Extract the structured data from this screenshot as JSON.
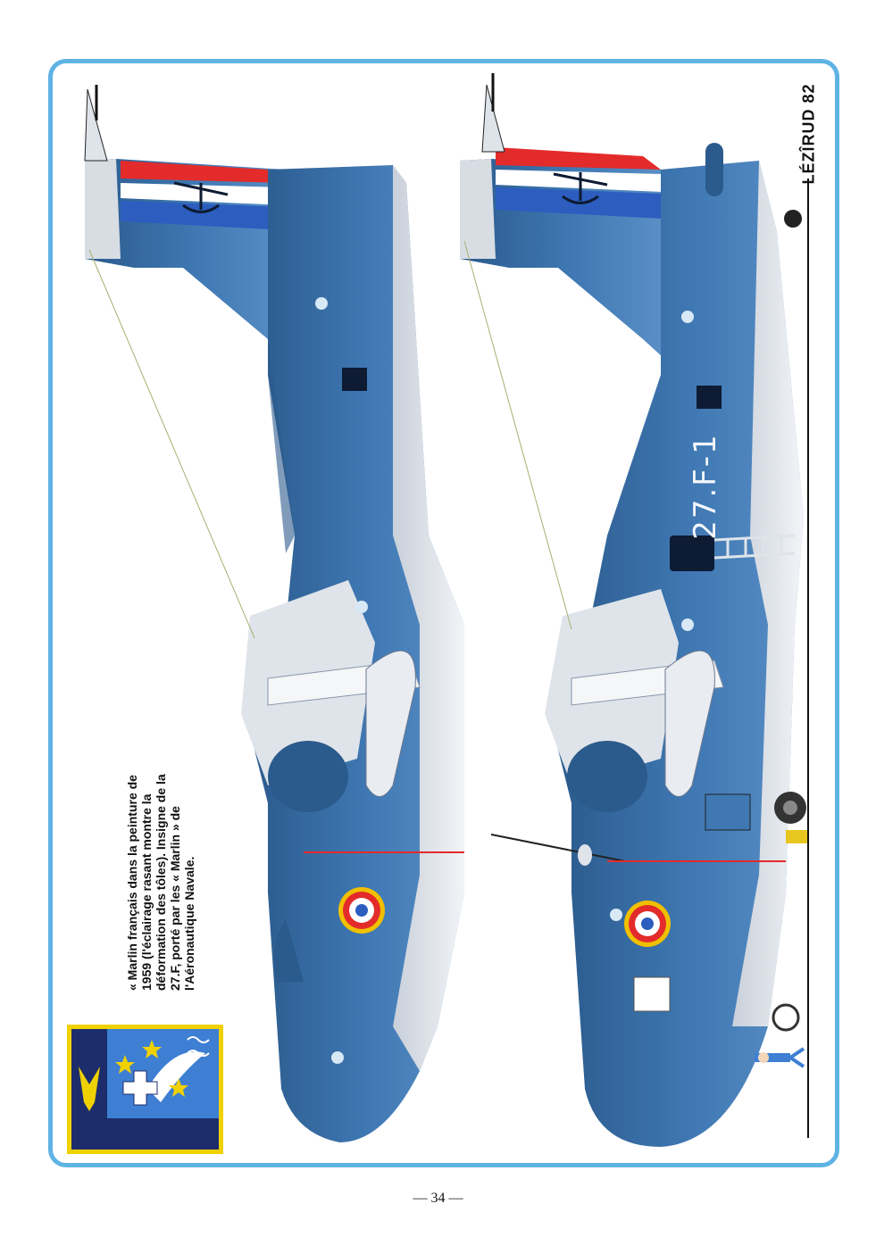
{
  "caption": {
    "text": "« Marlin français dans la peinture de\n1959 (l'éclairage rasant montre la\ndéformation des tôles). Insigne de la\n27.F, porté par les « Marlin » de\nl'Aéronautique Navale."
  },
  "aircraft_bottom": {
    "code": "27.F-1"
  },
  "signature": {
    "text": "LÉZÎRUD 82"
  },
  "page": {
    "number": "— 34 —"
  },
  "colors": {
    "frame": "#5fb3e4",
    "aircraft_blue": "#3f78b3",
    "aircraft_blue_dark": "#2b5a8c",
    "underside_white": "#e9ecf1",
    "flag_blue": "#2c5dbf",
    "flag_red": "#e32b2b",
    "badge_navy": "#1d2d6b",
    "badge_gold": "#f0d100",
    "badge_sky": "#3e7fd3"
  }
}
